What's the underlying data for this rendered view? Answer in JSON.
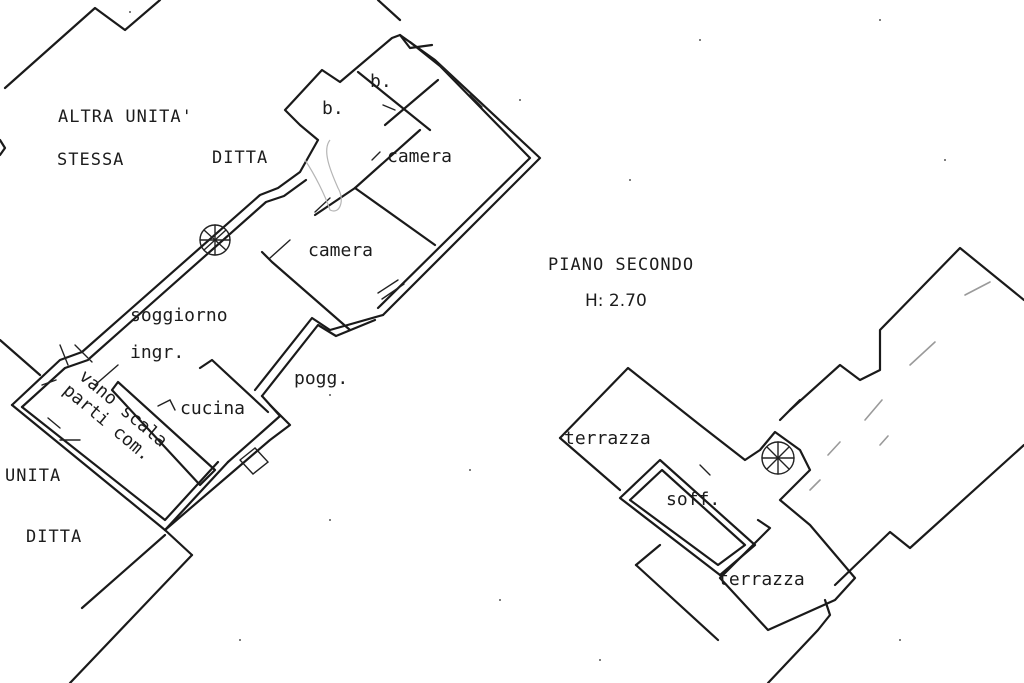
{
  "drawing": {
    "type": "floor plan (cadastral sketch)",
    "level": {
      "title": "PIANO SECONDO",
      "height": "H: 2.70"
    },
    "neighbors": {
      "top_left": [
        "ALTRA UNITA'",
        "STESSA",
        "DITTA"
      ],
      "bottom_left": [
        "UNITA",
        "DITTA"
      ]
    },
    "rooms": {
      "bath_1": "b.",
      "bath_2": "b.",
      "bedroom_1": "camera",
      "bedroom_2": "camera",
      "living": "soggiorno",
      "entrance": "ingr.",
      "kitchen": "cucina",
      "balcony": "pogg.",
      "stair_line1": "vano scala",
      "stair_line2": "parti com."
    },
    "upper_level_rooms": {
      "terrace_1": "terrazza",
      "terrace_2": "terrazza",
      "attic": "soff."
    },
    "colors": {
      "line": "#1a1a1a",
      "paper": "#ffffff",
      "faint_line": "#9a9a9a"
    }
  }
}
